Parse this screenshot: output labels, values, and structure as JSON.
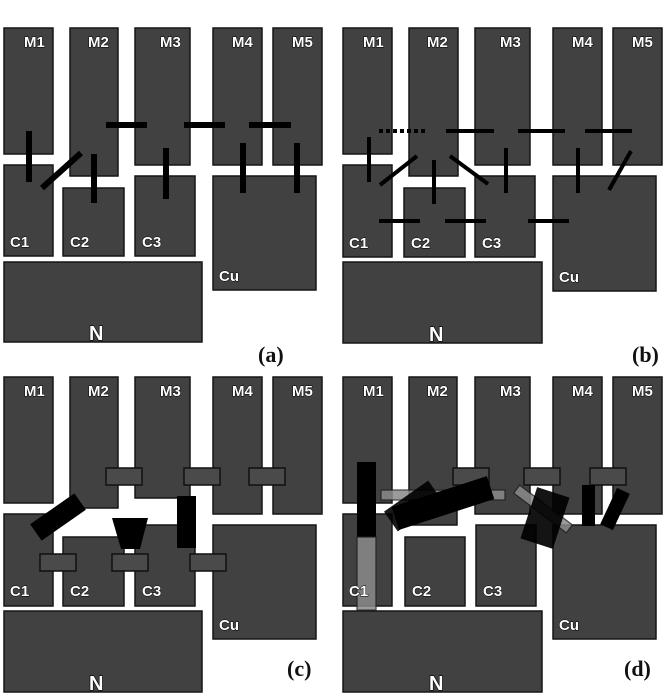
{
  "figure": {
    "panels": [
      {
        "id": "a",
        "label": "(a)"
      },
      {
        "id": "b",
        "label": "(b)"
      },
      {
        "id": "c",
        "label": "(c)"
      },
      {
        "id": "d",
        "label": "(d)"
      }
    ],
    "blocks": {
      "M1": "M1",
      "M2": "M2",
      "M3": "M3",
      "M4": "M4",
      "M5": "M5",
      "C1": "C1",
      "C2": "C2",
      "C3": "C3",
      "Cu": "Cu",
      "N": "N"
    },
    "colors": {
      "block_fill": "#414141",
      "block_stroke": "#151515",
      "connector": "#000000",
      "patch_fill": "#4a4a4a",
      "ghost_fill": "#8a8a8a",
      "background": "#ffffff"
    }
  }
}
